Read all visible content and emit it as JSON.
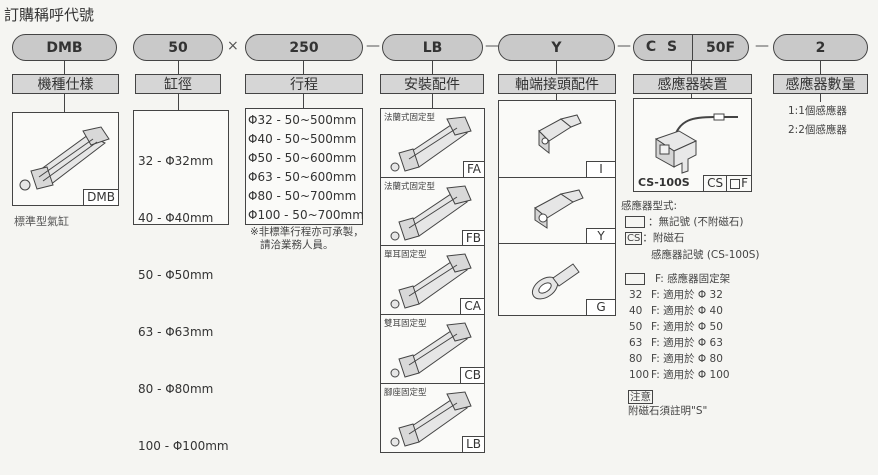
{
  "title": "訂購稱呼代號",
  "code": {
    "model": "DMB",
    "bore": "50",
    "times": "×",
    "stroke": "250",
    "mount": "LB",
    "rod_end": "Y",
    "sensor_cs": "C S",
    "sensor_bracket": "50F",
    "sensor_qty": "2",
    "dash": "—"
  },
  "labels": {
    "model": "機種仕樣",
    "bore": "缸徑",
    "stroke": "行程",
    "mount": "安裝配件",
    "rod_end": "軸端接頭配件",
    "sensor": "感應器裝置",
    "qty": "感應器數量"
  },
  "model": {
    "tag": "DMB",
    "caption": "標準型氣缸"
  },
  "bore_rows": [
    "32 -   Φ32mm",
    "40 -   Φ40mm",
    "50 -   Φ50mm",
    "63 -   Φ63mm",
    "80 -   Φ80mm",
    "100 - Φ100mm"
  ],
  "stroke_rows": [
    "Φ32 - 50~500mm",
    "Φ40 - 50~500mm",
    "Φ50 - 50~600mm",
    "Φ63 - 50~600mm",
    "Φ80 - 50~700mm",
    "Φ100 - 50~700mm"
  ],
  "stroke_note": [
    "※非標準行程亦可承製，",
    "請洽業務人員。"
  ],
  "mounts": [
    {
      "name": "法蘭式固定型",
      "tag": "FA"
    },
    {
      "name": "法蘭式固定型",
      "tag": "FB"
    },
    {
      "name": "單耳固定型",
      "tag": "CA"
    },
    {
      "name": "雙耳固定型",
      "tag": "CB"
    },
    {
      "name": "腳座固定型",
      "tag": "LB"
    }
  ],
  "rod_ends": [
    {
      "tag": "I"
    },
    {
      "tag": "Y"
    },
    {
      "tag": "G"
    }
  ],
  "sensor": {
    "model": "CS-100S",
    "tag_cs": "CS",
    "tag_f": "F",
    "type_heading": "感應器型式:",
    "none_desc": "：無記號 (不附磁石)",
    "cs_box": "CS",
    "cs_desc": "：附磁石",
    "cs_code": "感應器記號 (CS-100S)",
    "f_desc": "F: 感應器固定架",
    "brackets": [
      {
        "size": "32",
        "desc": "F: 適用於 Φ 32"
      },
      {
        "size": "40",
        "desc": "F: 適用於 Φ 40"
      },
      {
        "size": "50",
        "desc": "F: 適用於 Φ 50"
      },
      {
        "size": "63",
        "desc": "F: 適用於 Φ 63"
      },
      {
        "size": "80",
        "desc": "F: 適用於 Φ 80"
      },
      {
        "size": "100",
        "desc": "F: 適用於 Φ 100"
      }
    ],
    "note_label": "注意",
    "note_text": "附磁石須註明\"S\""
  },
  "qty_options": [
    "1:1個感應器",
    "2:2個感應器"
  ]
}
